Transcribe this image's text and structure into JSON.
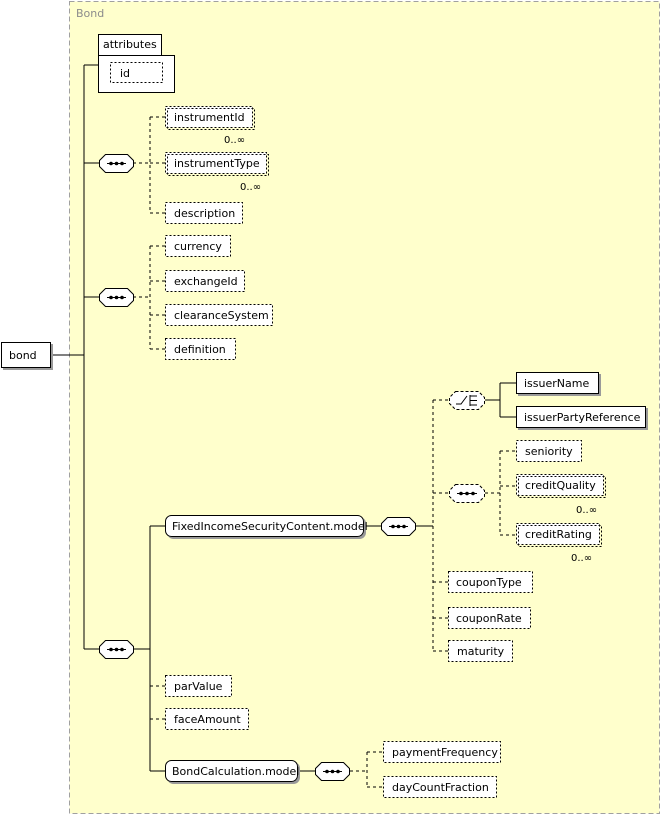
{
  "group": {
    "title": "Bond"
  },
  "root": {
    "label": "bond"
  },
  "attributes": {
    "title": "attributes",
    "items": [
      "id"
    ]
  },
  "seq1": {
    "children": [
      "instrumentId",
      "instrumentType",
      "description"
    ],
    "cardinalities": [
      "0..∞",
      "0..∞",
      ""
    ]
  },
  "seq2": {
    "children": [
      "currency",
      "exchangeId",
      "clearanceSystem",
      "definition"
    ]
  },
  "seq3": {
    "children": [
      "FixedIncomeSecurityContent.model",
      "parValue",
      "faceAmount",
      "BondCalculation.model"
    ]
  },
  "fixed_income": {
    "choice": [
      "issuerName",
      "issuerPartyReference"
    ],
    "credit": [
      "seniority",
      "creditQuality",
      "creditRating"
    ],
    "credit_cardinalities": [
      "",
      "0..∞",
      "0..∞"
    ],
    "rest": [
      "couponType",
      "couponRate",
      "maturity"
    ]
  },
  "bond_calc": {
    "children": [
      "paymentFrequency",
      "dayCountFraction"
    ]
  },
  "colors": {
    "group_fill": "#ffffcc",
    "group_border": "#a0a0a0",
    "node_border": "#000000"
  }
}
